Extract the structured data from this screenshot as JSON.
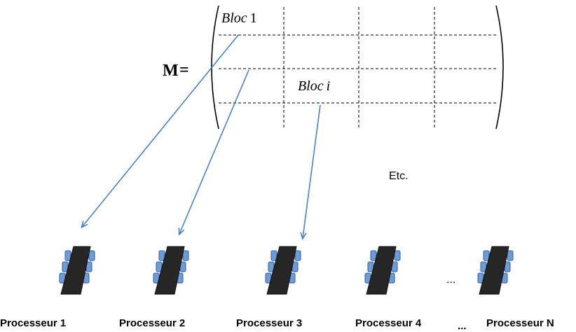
{
  "matrix": {
    "symbol": "M",
    "equals": "=",
    "block1": {
      "word": "Bloc",
      "index": "1"
    },
    "blocki": {
      "word": "Bloc",
      "index": "i"
    }
  },
  "etc_label": "Etc.",
  "ellipsis_row": "...",
  "ellipsis_labels": "...",
  "processors": [
    {
      "label": "Processeur 1"
    },
    {
      "label": "Processeur 2"
    },
    {
      "label": "Processeur 3"
    },
    {
      "label": "Processeur 4"
    },
    {
      "label": "Processeur N"
    }
  ],
  "colors": {
    "arrow": "#4f81bd",
    "chip_body": "#262626",
    "chip_pins": "#4f81bd",
    "text": "#000000",
    "grid": "#000000"
  }
}
